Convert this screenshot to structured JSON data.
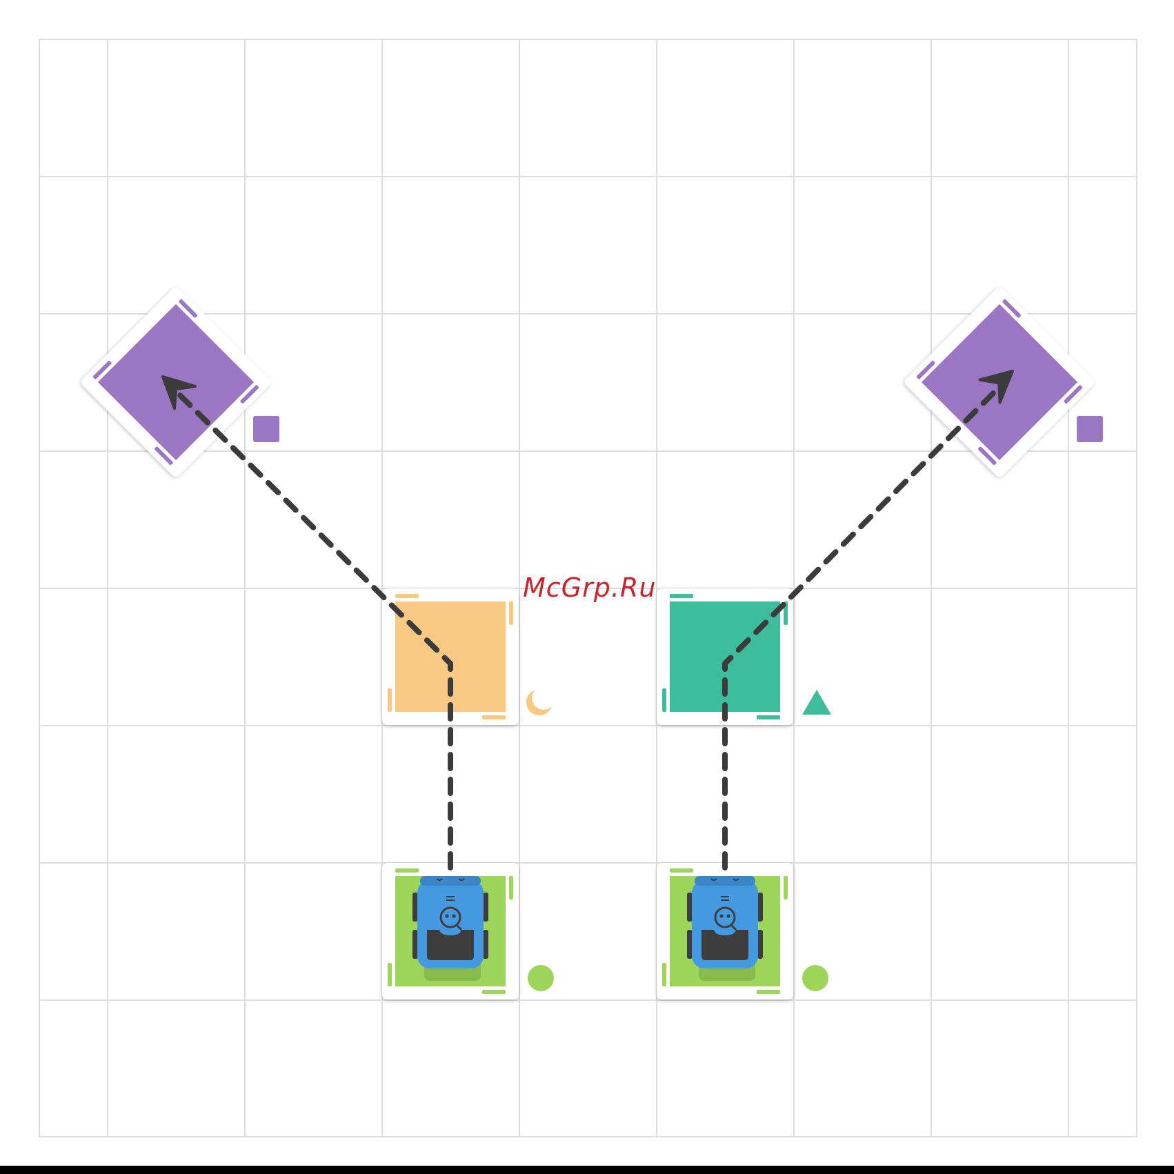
{
  "watermark": {
    "text": "McGrp.Ru"
  },
  "colors": {
    "grid_line": "#dddddd",
    "tile_border": "#ffffff",
    "purple": "#9b77c3",
    "orange": "#f9c882",
    "teal": "#3dbd9b",
    "green": "#9dd45a",
    "green_dark": "#86b84d",
    "robot_blue": "#4499e0",
    "robot_dark": "#3d3d3d",
    "path": "#3b3b3b",
    "watermark": "#c8242b",
    "bottom_bar": "#000000"
  },
  "board": {
    "tiles": [
      {
        "id": "purple-left",
        "color": "purple",
        "symbol": "square",
        "rotated": true,
        "has_arrow": true
      },
      {
        "id": "purple-right",
        "color": "purple",
        "symbol": "square",
        "rotated": true,
        "has_arrow": true
      },
      {
        "id": "orange-center-left",
        "color": "orange",
        "symbol": "crescent",
        "rotated": false
      },
      {
        "id": "teal-center-right",
        "color": "teal",
        "symbol": "triangle",
        "rotated": false
      },
      {
        "id": "green-start-left",
        "color": "green",
        "symbol": "circle",
        "rotated": false,
        "robot": true
      },
      {
        "id": "green-start-right",
        "color": "green",
        "symbol": "circle",
        "rotated": false,
        "robot": true
      }
    ],
    "paths": [
      {
        "id": "path-left",
        "from": "green-start-left",
        "via": "orange-center-left",
        "to": "purple-left"
      },
      {
        "id": "path-right",
        "from": "green-start-right",
        "via": "teal-center-right",
        "to": "purple-right"
      }
    ]
  }
}
